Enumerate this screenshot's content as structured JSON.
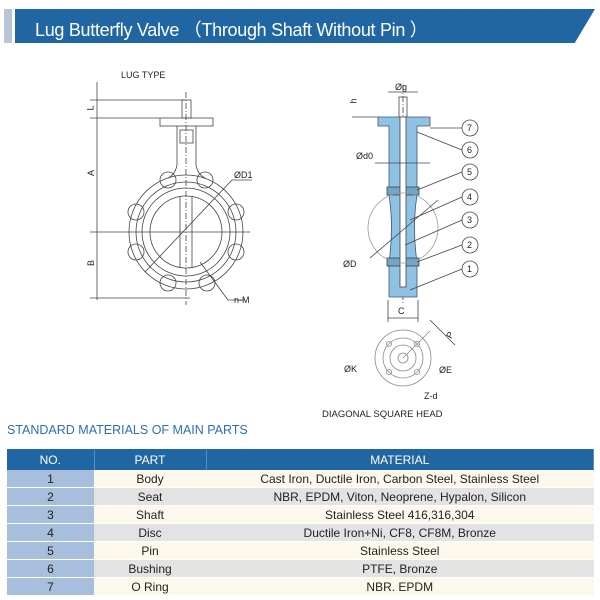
{
  "header": {
    "title": "Lug Butterfly Valve （Through  Shaft Without Pin ）"
  },
  "drawing_left": {
    "title": "LUG TYPE",
    "labels": {
      "L": "L",
      "A": "A",
      "B": "B",
      "D1": "ØD1",
      "nM": "n-M"
    }
  },
  "drawing_right": {
    "labels": {
      "g": "Øg",
      "h": "h",
      "d0": "Ød0",
      "D": "ØD",
      "C": "C",
      "P": "P",
      "K": "ØK",
      "E": "ØE",
      "Zd": "Z-d"
    },
    "callouts": [
      "7",
      "6",
      "5",
      "4",
      "3",
      "2",
      "1"
    ],
    "caption": "DIAGONAL SQUARE HEAD"
  },
  "colors": {
    "brand": "#1f66a3",
    "body_fill": "#8fc3e6"
  },
  "materials": {
    "title": "STANDARD MATERIALS OF MAIN PARTS",
    "columns": [
      "NO.",
      "PART",
      "MATERIAL"
    ],
    "rows": [
      {
        "no": "1",
        "part": "Body",
        "material": "Cast Iron, Ductile Iron, Carbon Steel, Stainless Steel"
      },
      {
        "no": "2",
        "part": "Seat",
        "material": "NBR, EPDM, Viton, Neoprene, Hypalon, Silicon"
      },
      {
        "no": "3",
        "part": "Shaft",
        "material": "Stainless Steel 416,316,304"
      },
      {
        "no": "4",
        "part": "Disc",
        "material": "Ductile Iron+Ni, CF8, CF8M, Bronze"
      },
      {
        "no": "5",
        "part": "Pin",
        "material": "Stainless Steel"
      },
      {
        "no": "6",
        "part": "Bushing",
        "material": "PTFE, Bronze"
      },
      {
        "no": "7",
        "part": "O Ring",
        "material": "NBR. EPDM"
      }
    ]
  }
}
